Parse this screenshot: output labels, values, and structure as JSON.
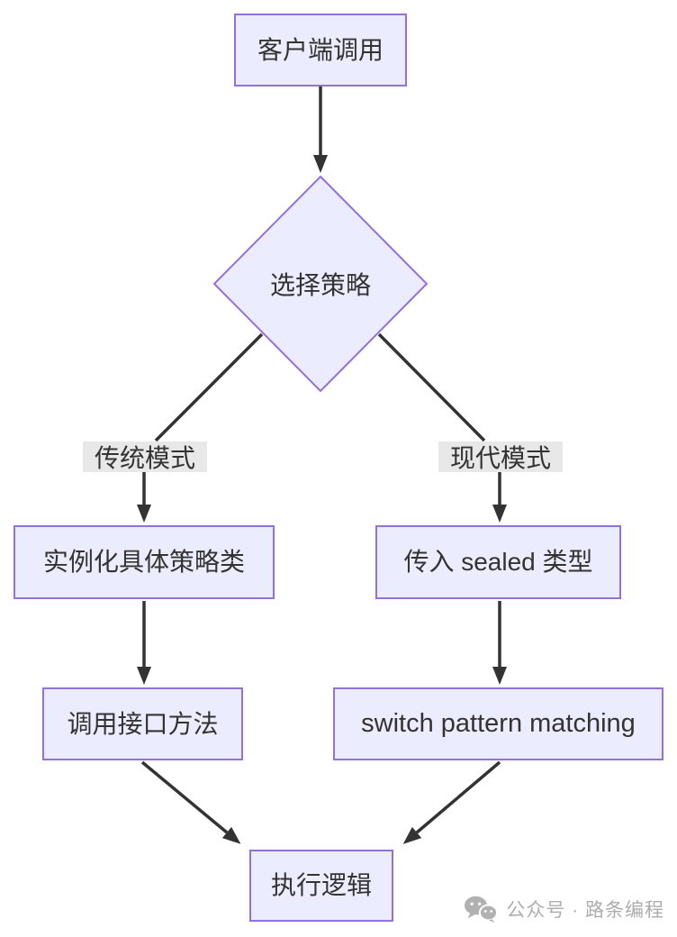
{
  "diagram": {
    "nodes": {
      "client": {
        "label": "客户端调用"
      },
      "decision": {
        "label": "选择策略"
      },
      "instantiate": {
        "label": "实例化具体策略类"
      },
      "sealed": {
        "label": "传入 sealed 类型"
      },
      "invoke": {
        "label": "调用接口方法"
      },
      "switch": {
        "label": "switch pattern matching"
      },
      "execute": {
        "label": "执行逻辑"
      }
    },
    "edge_labels": {
      "left": "传统模式",
      "right": "现代模式"
    }
  },
  "watermark": {
    "icon": "wechat-icon",
    "text": "公众号 · 路条编程"
  },
  "colors": {
    "node-fill": "#ECECFF",
    "node-border": "#9370DB",
    "node-text": "#333333",
    "line-color": "#333333",
    "edge-label-bg": "#e8e8e8",
    "watermark-color": "#adadad",
    "canvas-bg": "#ffffff"
  }
}
